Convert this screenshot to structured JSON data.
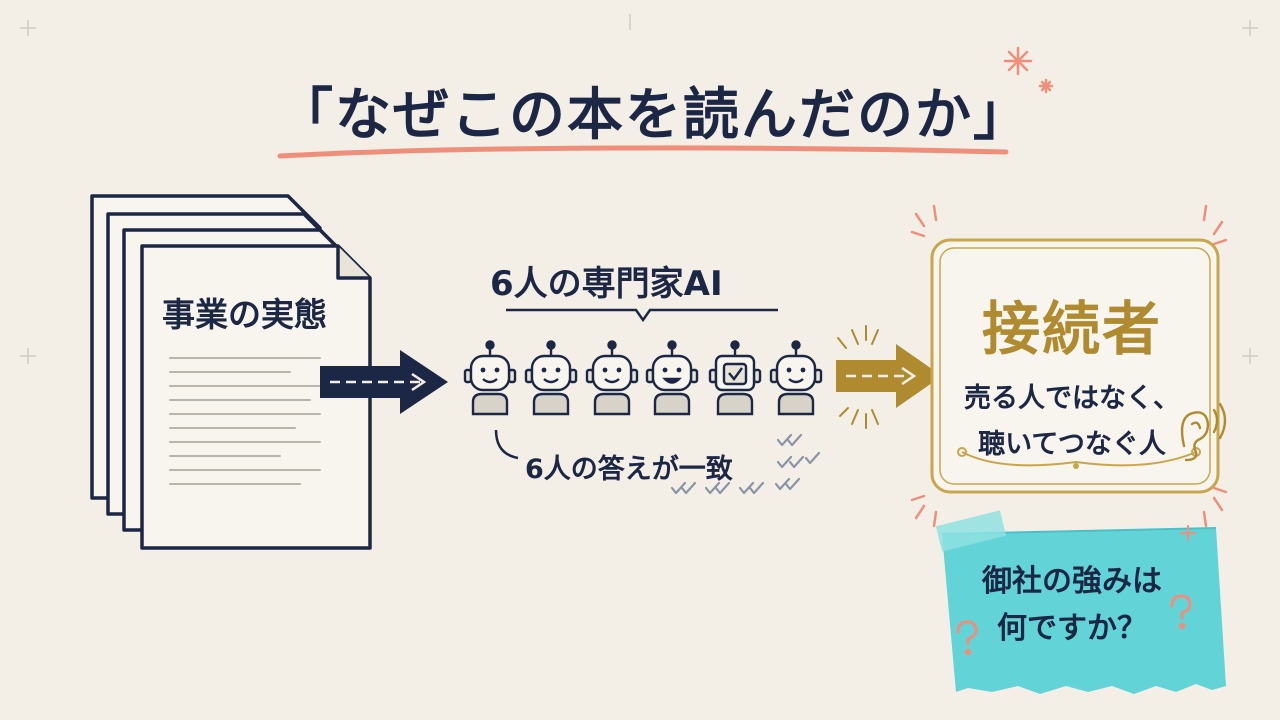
{
  "title": "「なぜこの本を読んだのか」",
  "document": {
    "label": "事業の実態"
  },
  "experts": {
    "label": "6人の専門家AI",
    "count": 6,
    "consensus": "6人の答えが一致"
  },
  "connector": {
    "title": "接続者",
    "line1": "売る人ではなく、",
    "line2": "聴いてつなぐ人"
  },
  "note": {
    "line1": "御社の強みは",
    "line2": "何ですか？"
  },
  "icons": [
    "document-stack-icon",
    "robot-icon",
    "checkmark-icon",
    "ear-icon",
    "sparkle-icon",
    "question-mark-icon",
    "arrow-icon"
  ],
  "colors": {
    "navy": "#1c2746",
    "gold": "#b08a2e",
    "coral": "#ef8e7a",
    "teal_note": "#62d4d8",
    "background": "#f3efe6"
  }
}
